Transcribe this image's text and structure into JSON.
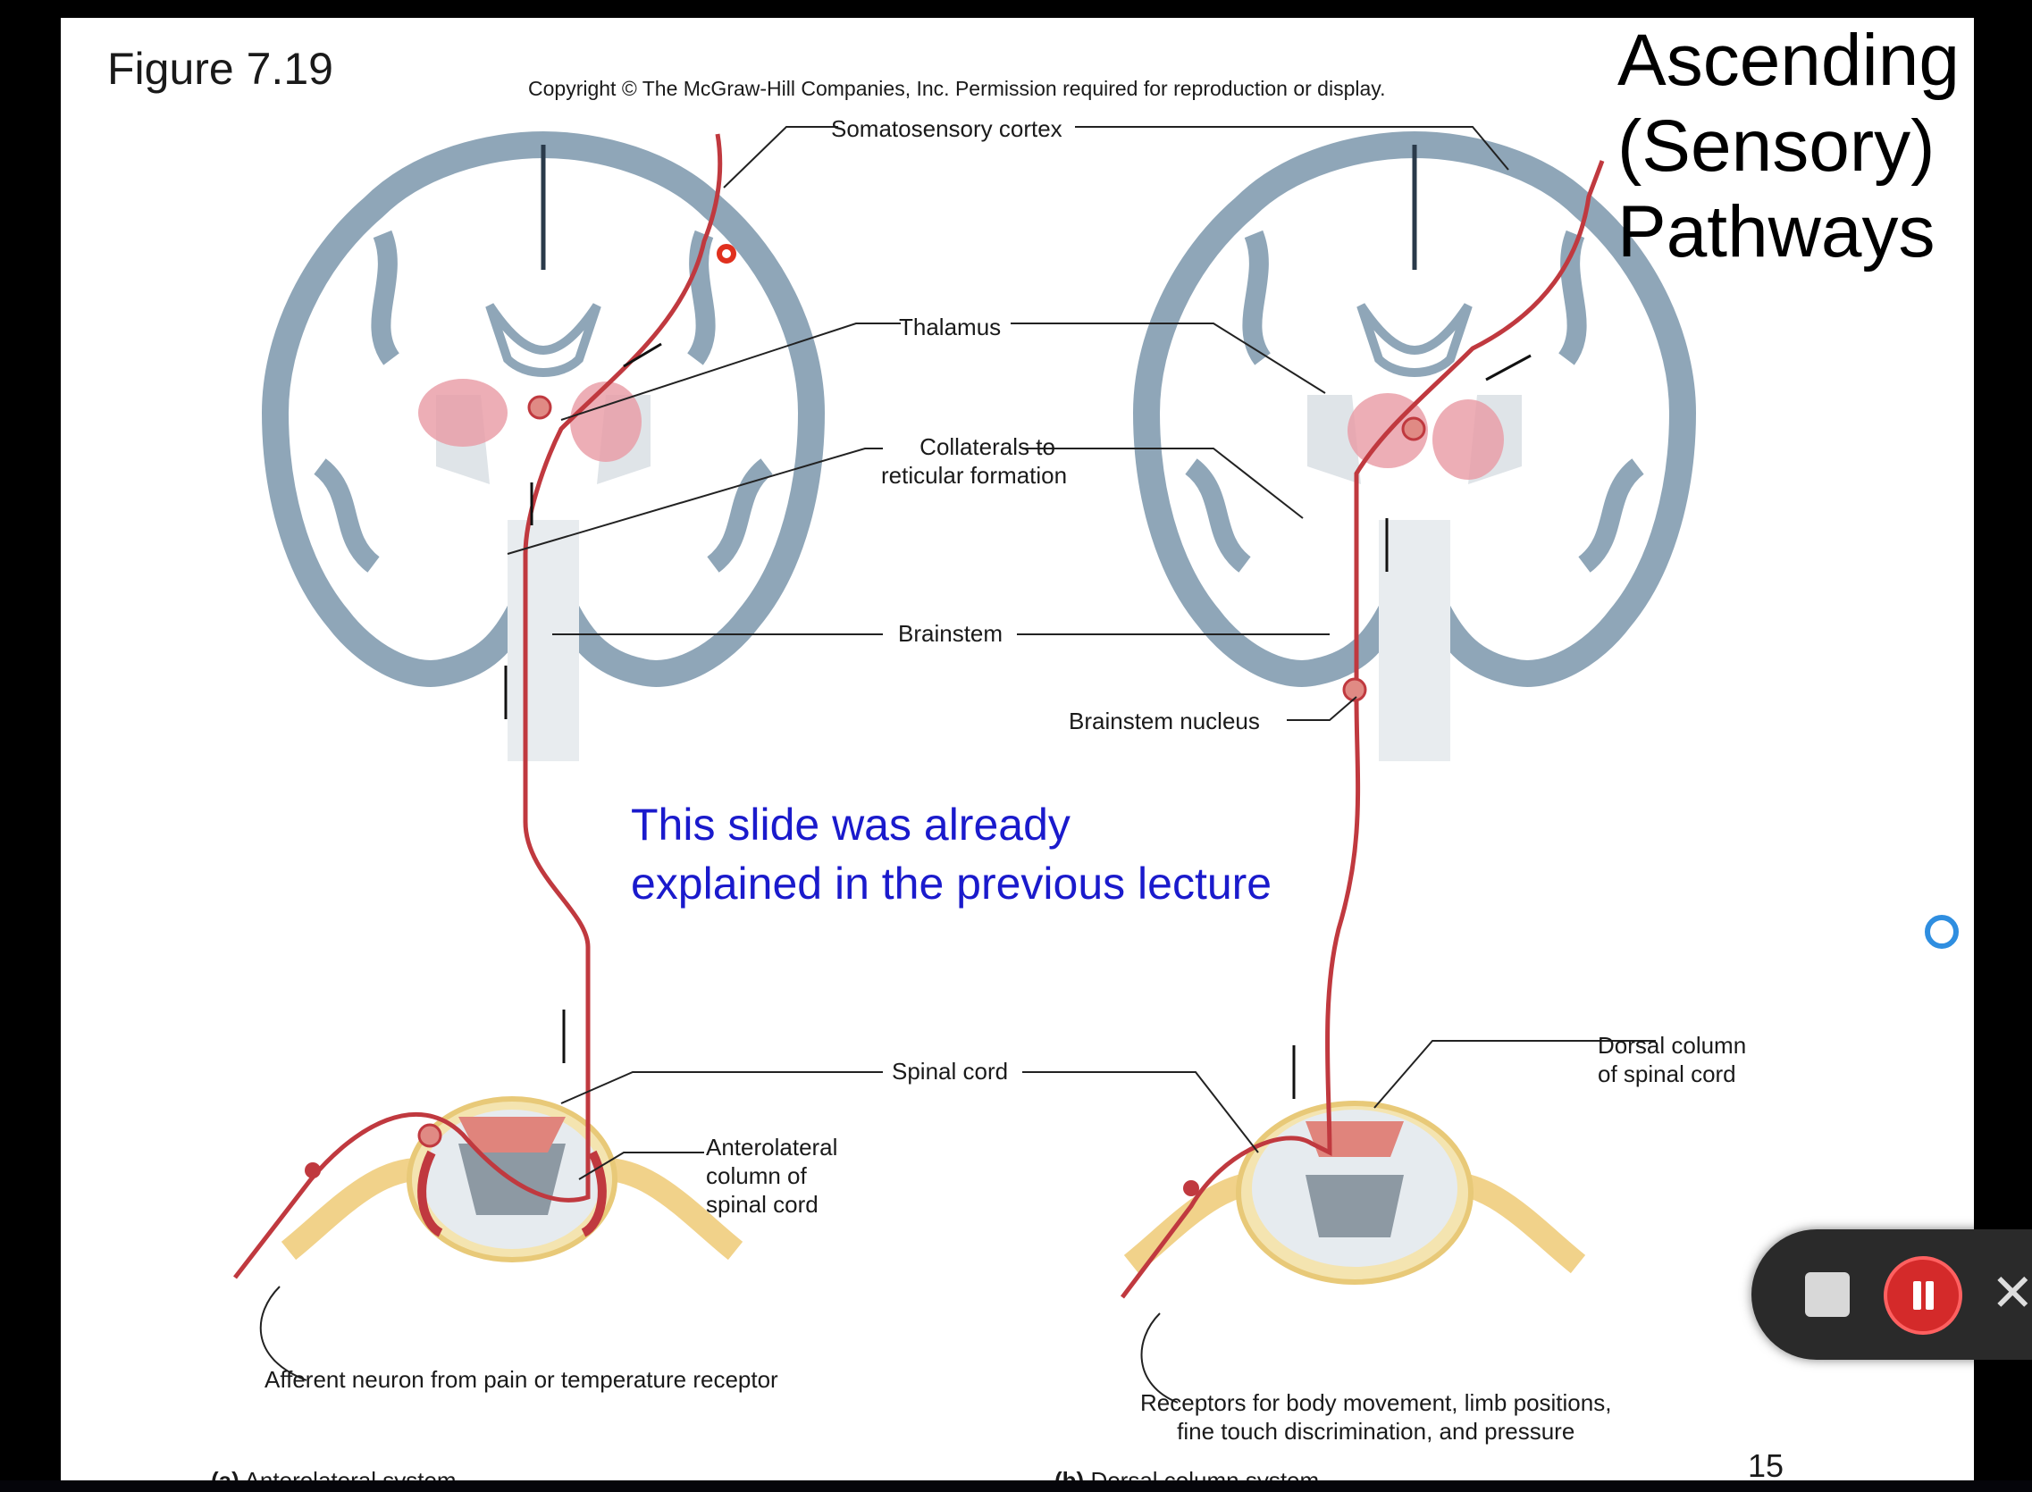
{
  "slide": {
    "figure_label": "Figure 7.19",
    "copyright": "Copyright © The McGraw-Hill Companies, Inc. Permission required for reproduction or display.",
    "title_lines": [
      "Ascending",
      "(Sensory)",
      "Pathways"
    ],
    "note_lines": [
      "This slide was already",
      "explained in the previous lecture"
    ],
    "page_number": "15",
    "labels": {
      "somatosensory_cortex": "Somatosensory cortex",
      "thalamus": "Thalamus",
      "collaterals_line1": "Collaterals to",
      "collaterals_line2": "reticular formation",
      "brainstem": "Brainstem",
      "brainstem_nucleus": "Brainstem nucleus",
      "spinal_cord": "Spinal cord",
      "dorsal_column_line1": "Dorsal column",
      "dorsal_column_line2": "of spinal cord",
      "anterolateral_line1": "Anterolateral",
      "anterolateral_line2": "column of",
      "anterolateral_line3": "spinal cord",
      "afferent_neuron": "Afferent neuron from pain or temperature receptor",
      "receptors_line1": "Receptors for body movement, limb positions,",
      "receptors_line2": "fine touch discrimination, and pressure"
    },
    "captions": {
      "a_prefix": "(a)",
      "a_text": "Anterolateral system",
      "b_prefix": "(b)",
      "b_text": "Dorsal column system"
    }
  },
  "colors": {
    "pathway": "#c0393f",
    "brain_outline": "#8fa6b8",
    "brain_fill": "#ffffff",
    "nucleus": "#e89aa4",
    "nerve": "#f1d28a",
    "note_text": "#1a1acc",
    "recorder_pause": "#d42a2a"
  },
  "recorder": {
    "icons": [
      "stop-icon",
      "pause-icon",
      "close-icon"
    ]
  }
}
